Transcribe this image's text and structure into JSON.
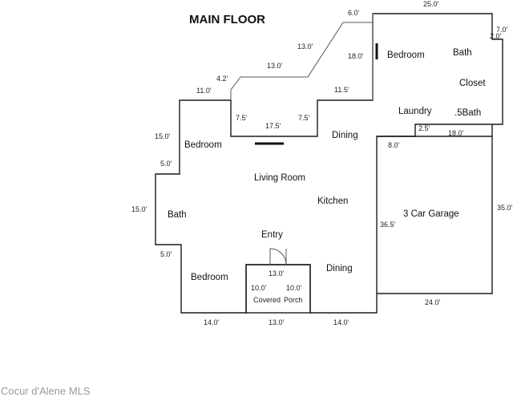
{
  "title": "MAIN FLOOR",
  "watermark": "Cocur d'Alene MLS",
  "rooms": {
    "bedroom_upper_left": "Bedroom",
    "bedroom_upper_right": "Bedroom",
    "bedroom_lower_left": "Bedroom",
    "bath_upper": "Bath",
    "bath_left": "Bath",
    "half_bath": ".5Bath",
    "closet": "Closet",
    "laundry": "Laundry",
    "dining_upper": "Dining",
    "dining_lower": "Dining",
    "living_room": "Living Room",
    "kitchen": "Kitchen",
    "entry": "Entry",
    "garage": "3 Car Garage",
    "covered": "Covered",
    "porch": "Porch"
  },
  "dimensions": {
    "top_25": "25.0'",
    "d_6": "6.0'",
    "d_13_upper": "13.0'",
    "d_13_mid": "13.0'",
    "d_4_2": "4.2'",
    "d_11_0": "11.0'",
    "d_18_upper": "18.0'",
    "d_7_0": "7.0'",
    "d_2_0": "2.0'",
    "d_11_5": "11.5'",
    "d_7_5_left": "7.5'",
    "d_17_5": "17.5'",
    "d_7_5_right": "7.5'",
    "d_2_5": "2.5'",
    "d_18_right": "18.0'",
    "d_8_0": "8.0'",
    "d_15_upper": "15.0'",
    "d_5_upper": "5.0'",
    "d_15_left": "15.0'",
    "d_5_lower": "5.0'",
    "d_36_5": "36.5'",
    "d_35_0": "35.0'",
    "d_13_porch": "13.0'",
    "d_10_left": "10.0'",
    "d_10_right": "10.0'",
    "d_24_0": "24.0'",
    "bottom_14_left": "14.0'",
    "bottom_13": "13.0'",
    "bottom_14_right": "14.0'"
  }
}
